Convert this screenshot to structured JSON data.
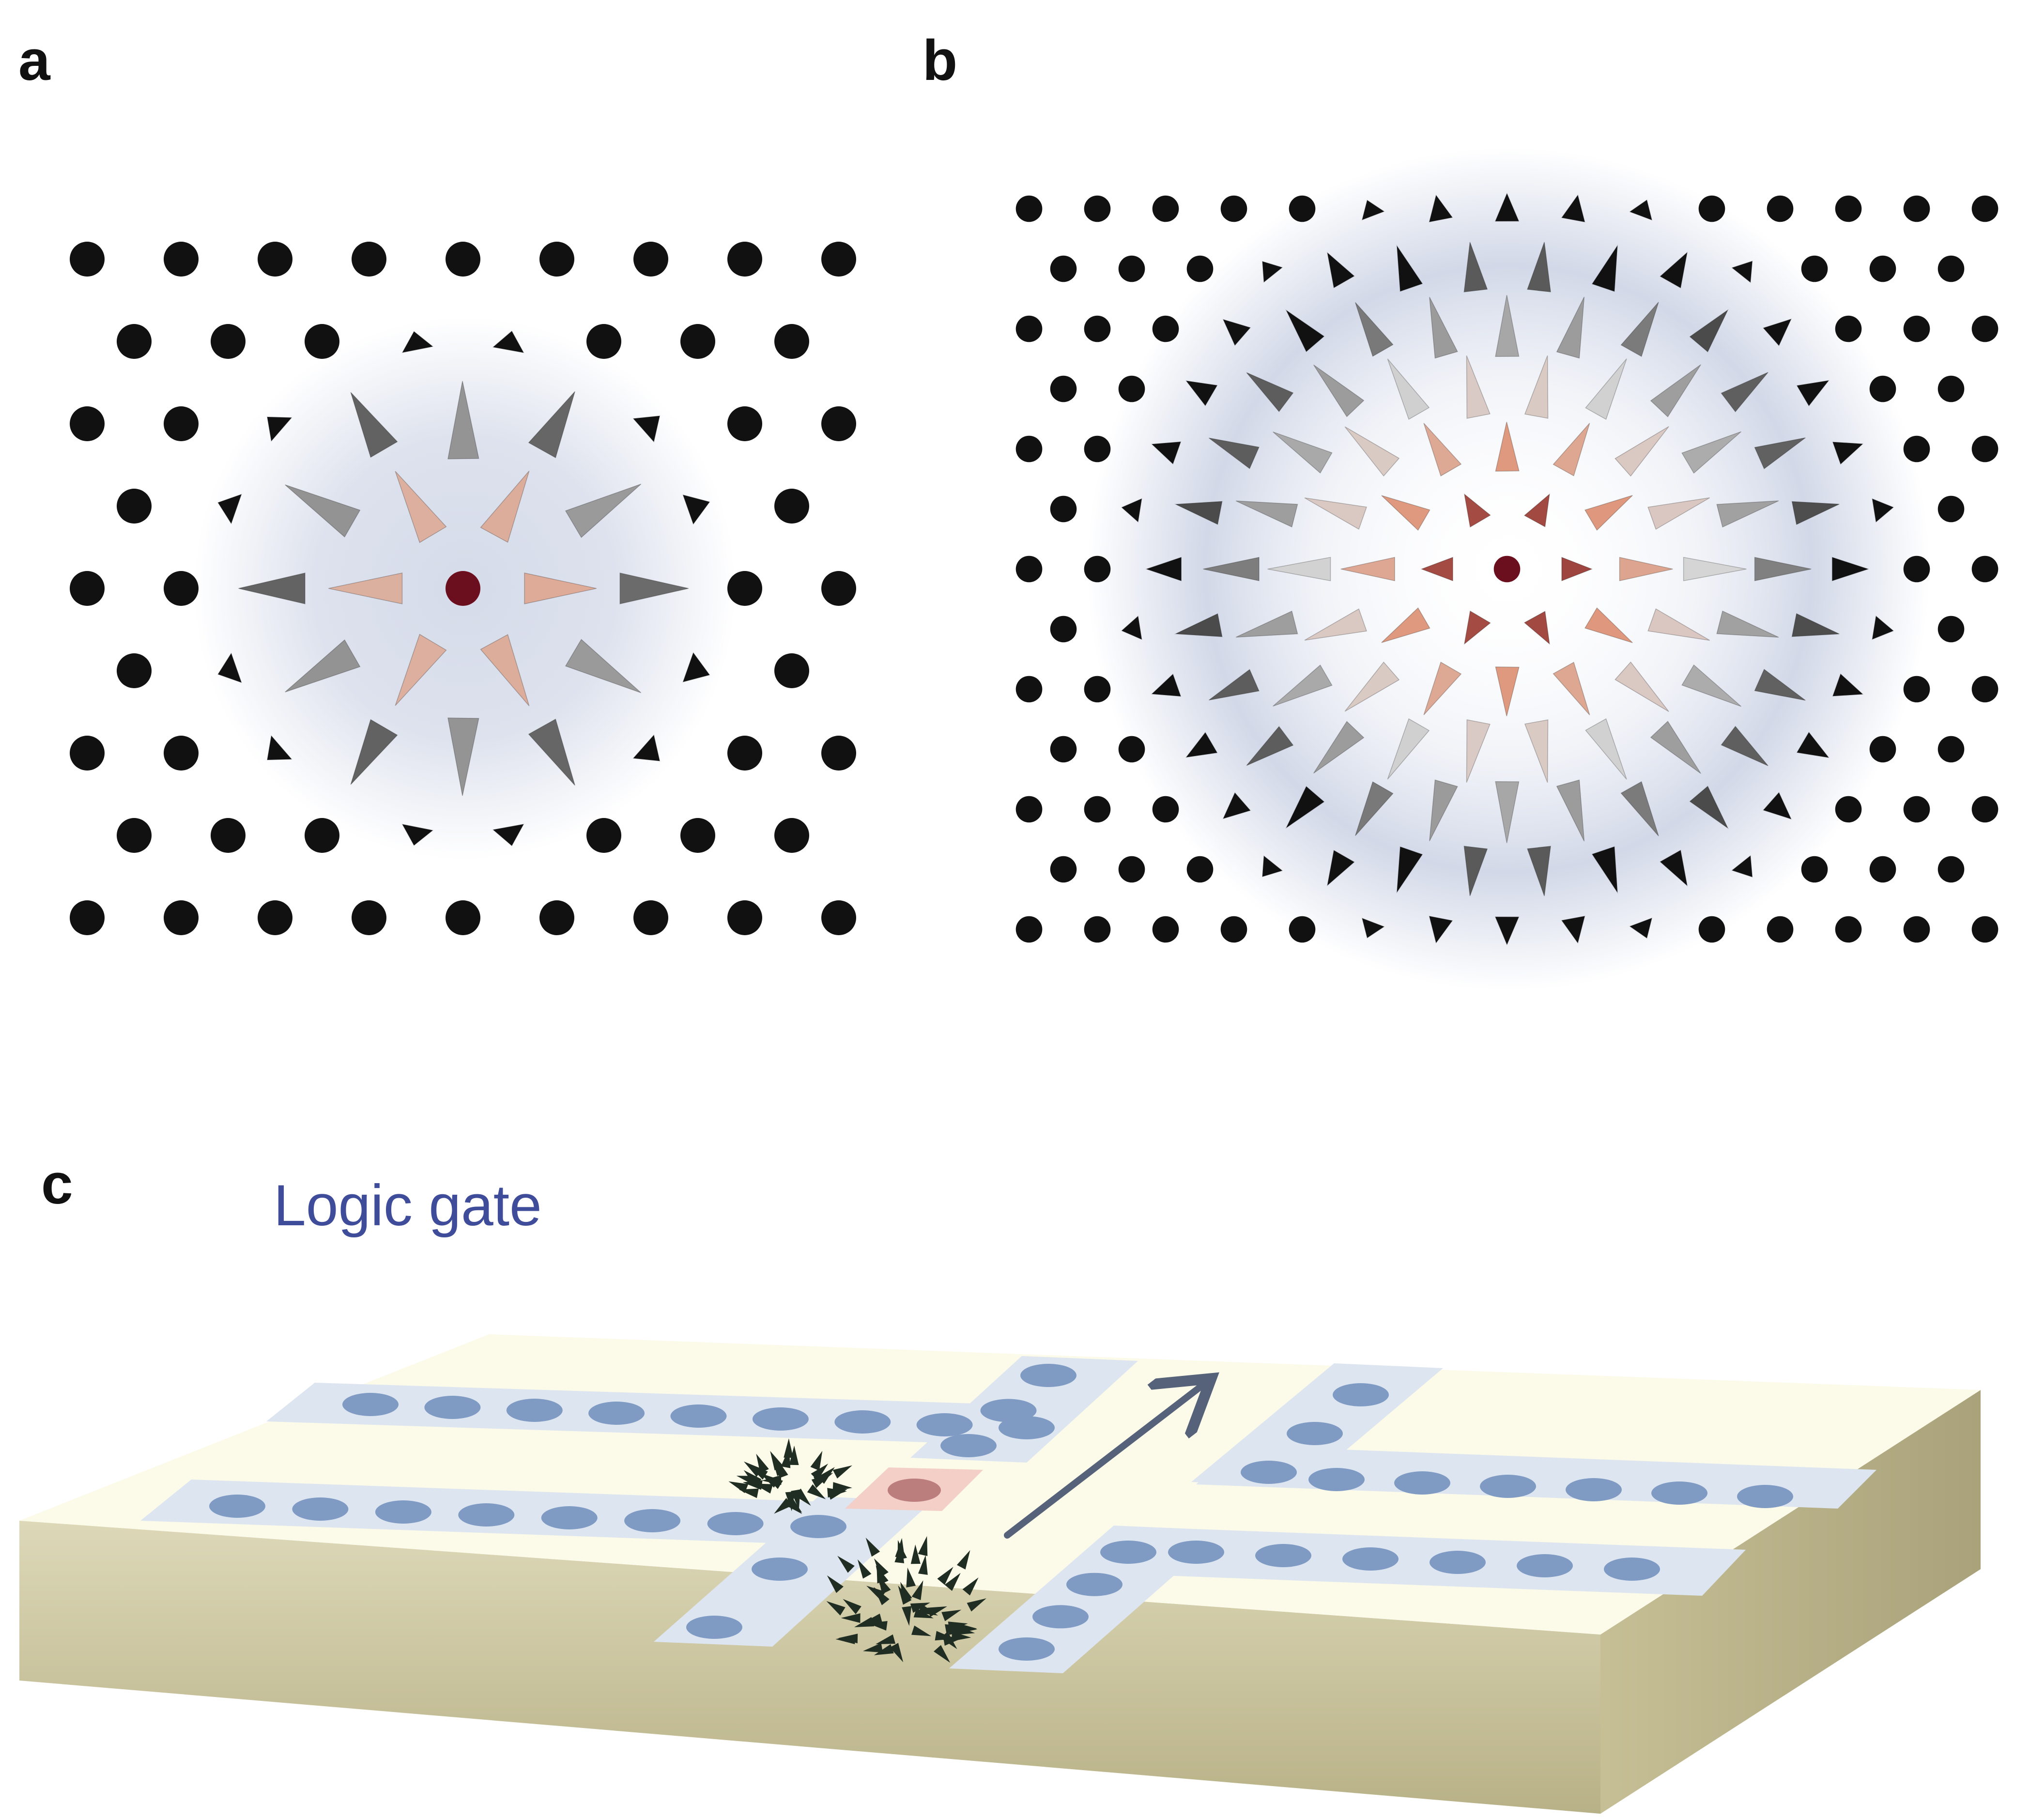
{
  "panels": {
    "a": {
      "label": "a"
    },
    "b": {
      "label": "b"
    },
    "c": {
      "label": "c",
      "title": "Logic gate"
    }
  },
  "colors": {
    "background": "#ffffff",
    "spin_down": "#111111",
    "spin_core": "#6b0f1e",
    "spin_mid": "#e08a6a",
    "spin_inplane": "#d8d8d8",
    "glow": "#b4bed8",
    "caption": "#3f4c9a",
    "substrate_top": "#fcfae8",
    "substrate_side": "#c9c39b",
    "track": "#dde6f0",
    "track_dot": "#7f9bc4",
    "gate": "#f3cfc8",
    "gate_dot": "#b07070",
    "arrow": "#55627a",
    "mini_spin": "#1f2d22"
  },
  "icons": {
    "spin_arrow": "cone-arrow-icon",
    "direction": "arrow-icon"
  }
}
